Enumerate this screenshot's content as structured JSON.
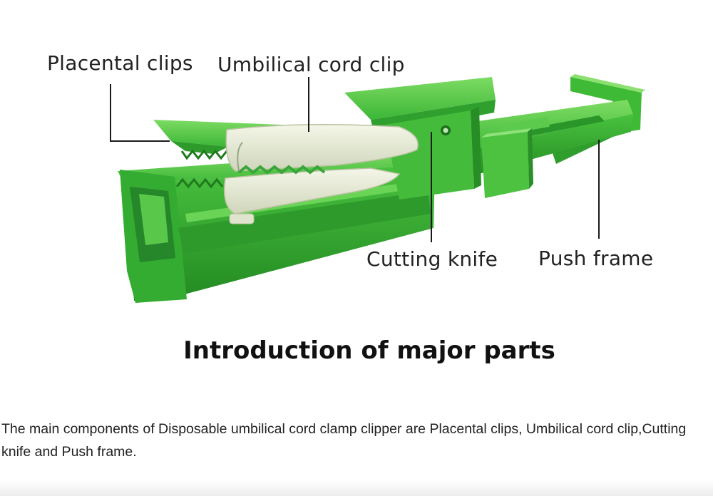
{
  "labels": {
    "placental_clips": "Placental clips",
    "umbilical_cord_clip": "Umbilical cord clip",
    "cutting_knife": "Cutting knife",
    "push_frame": "Push frame"
  },
  "heading": "Introduction of major parts",
  "caption": "The main components of Disposable umbilical cord clamp clipper are Placental clips, Umbilical cord clip,Cutting knife and Push frame.",
  "colors": {
    "plastic_green": "#3bb838",
    "plastic_dark_green": "#1f7f1f",
    "plastic_light_green": "#6fd45a",
    "clip_white": "#e8ecd8",
    "leader_line": "#1a1a1a"
  }
}
